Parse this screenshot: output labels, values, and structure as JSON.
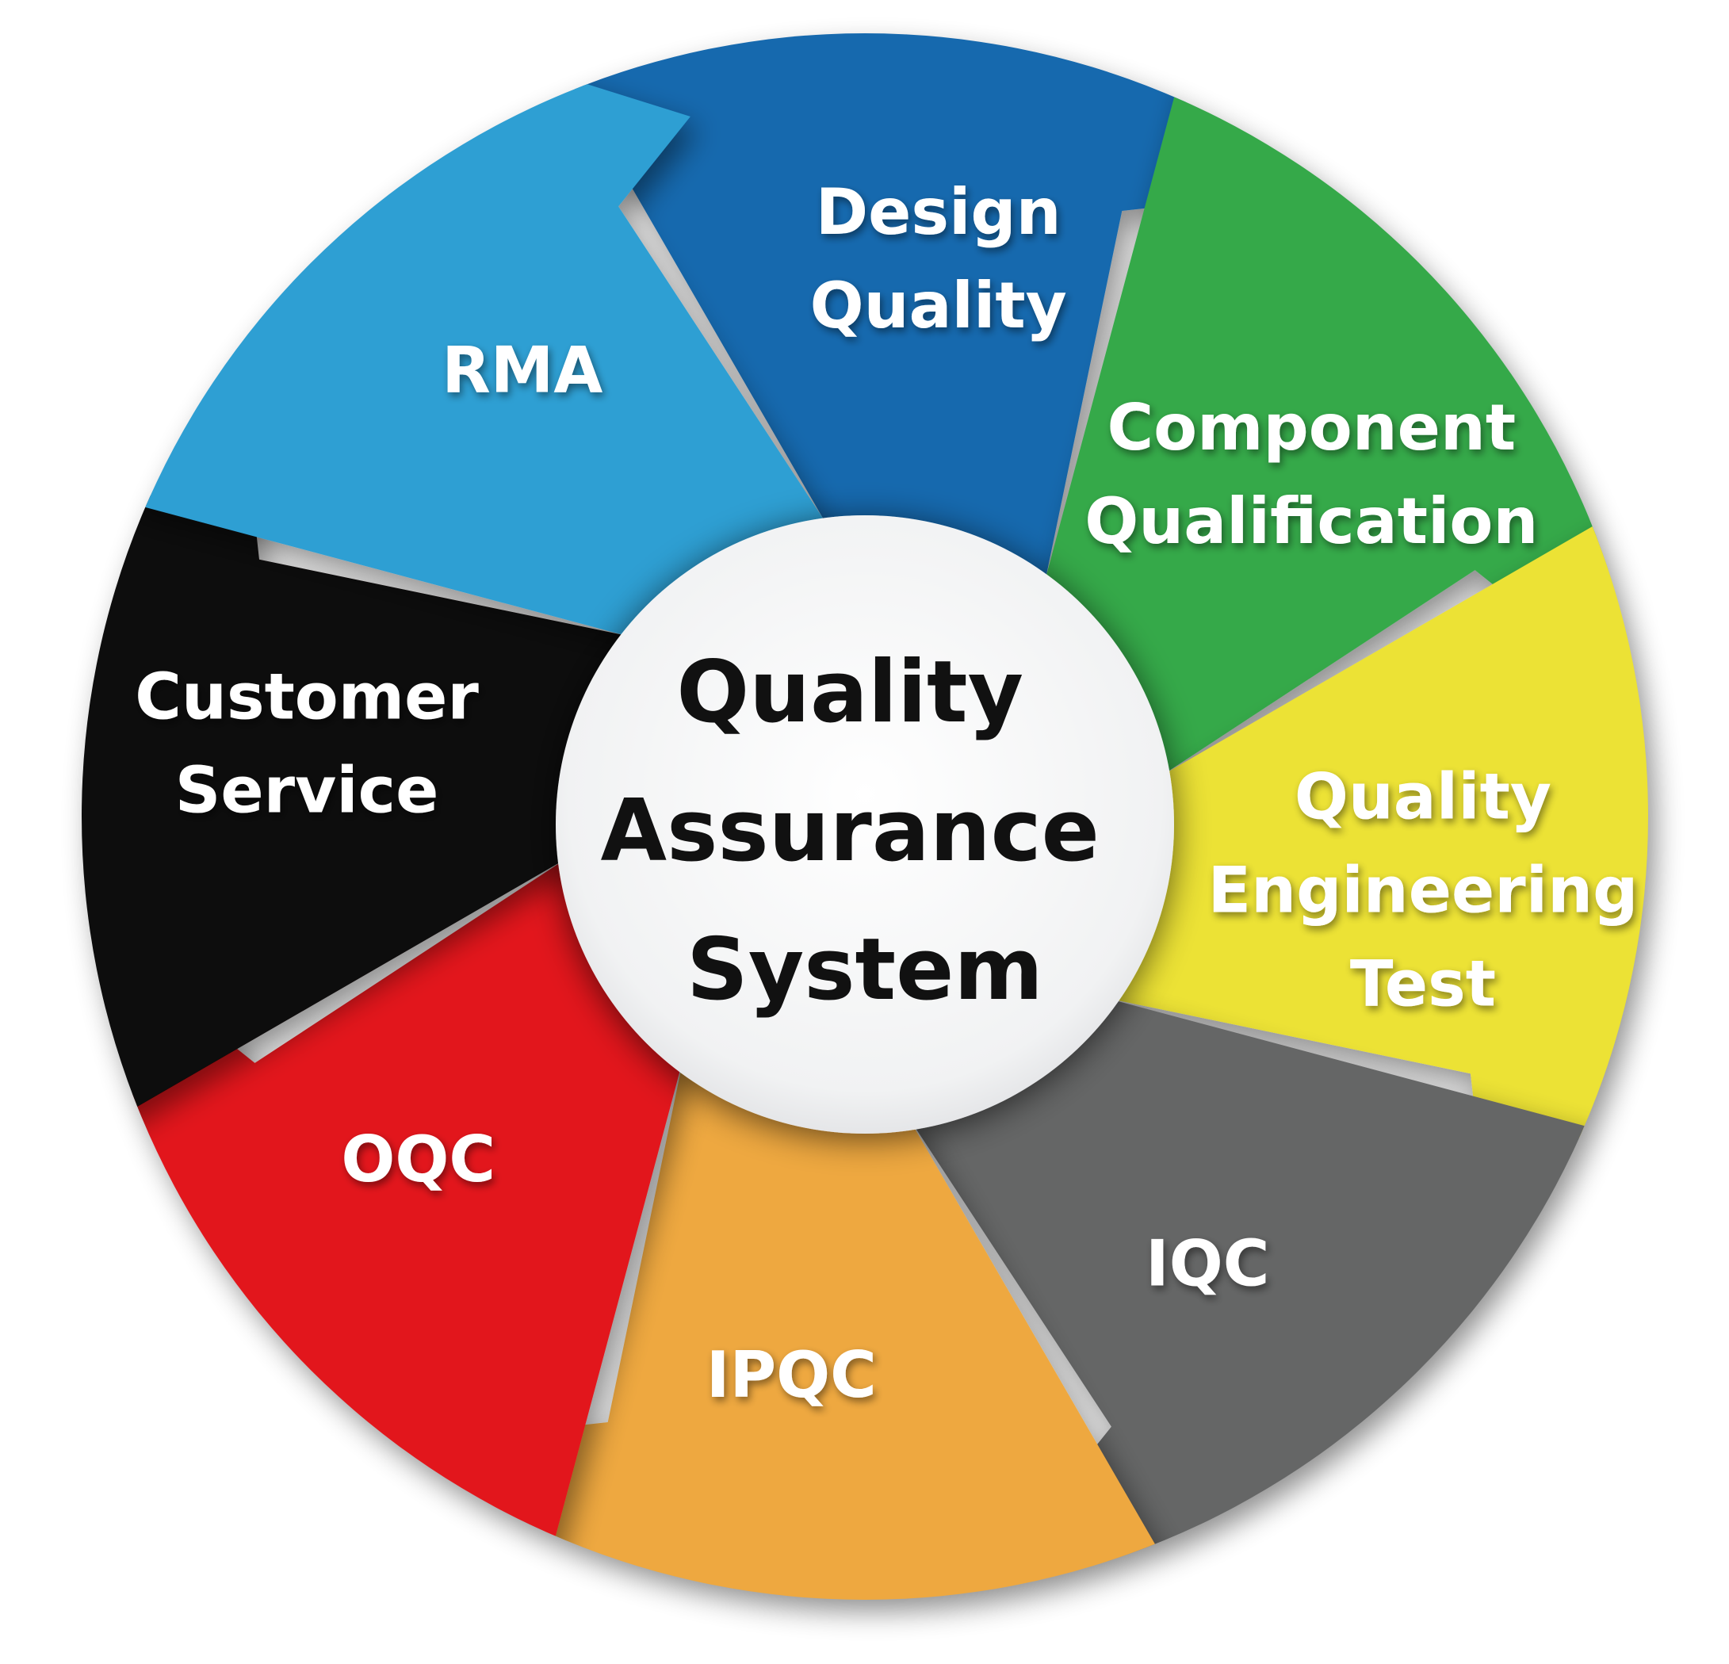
{
  "center": {
    "lines": [
      "Quality",
      "Assurance",
      "System"
    ],
    "fill": "#f2f3f4"
  },
  "segments": [
    {
      "id": "design-quality",
      "lines": [
        "Design",
        "Quality"
      ],
      "color": "#1469ae"
    },
    {
      "id": "component-qualification",
      "lines": [
        "Component",
        "Qualification"
      ],
      "color": "#35a94a"
    },
    {
      "id": "quality-engineering-test",
      "lines": [
        "Quality",
        "Engineering",
        "Test"
      ],
      "color": "#ece234"
    },
    {
      "id": "iqc",
      "lines": [
        "IQC"
      ],
      "color": "#656666"
    },
    {
      "id": "ipqc",
      "lines": [
        "IPQC"
      ],
      "color": "#eea840"
    },
    {
      "id": "oqc",
      "lines": [
        "OQC"
      ],
      "color": "#e2171b"
    },
    {
      "id": "customer-service",
      "lines": [
        "Customer",
        "Service"
      ],
      "color": "#0a0707"
    },
    {
      "id": "rma",
      "lines": [
        "RMA"
      ],
      "color": "#2f9fd3"
    }
  ]
}
